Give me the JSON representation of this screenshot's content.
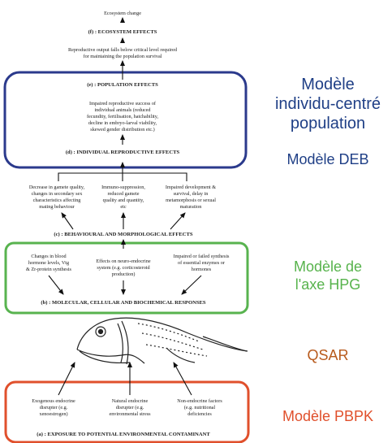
{
  "diagram": {
    "top_text": "Ecosystem change",
    "f_label": "(f) : ECOSYSTEM EFFECTS",
    "repro_text": [
      "Reproductive output falls below critical level required",
      "for maintaining the population survival"
    ],
    "e_label": "(e) : POPULATION EFFECTS",
    "impaired_text": [
      "Impaired reproductive success of",
      "individual animals (reduced",
      "fecundity, fertilisation, hatchability,",
      "decline in embryo-larval viability,",
      "skewed gender distribution etc.)"
    ],
    "d_label": "(d) : INDIVIDUAL REPRODUCTIVE EFFECTS",
    "behav_effects": [
      [
        "Decrease in gamete quality,",
        "changes in secondary sex",
        "characteristics affecting",
        "mating behaviour"
      ],
      [
        "Immuno-suppression,",
        "reduced gamete",
        "quality and quantity,",
        "etc"
      ],
      [
        "Impaired development &",
        "survival, delay in",
        "metamorphosis or sexual",
        "maturation"
      ]
    ],
    "c_label": "(c) : BEHAVIOURAL AND MORPHOLOGICAL EFFECTS",
    "molecular_effects": [
      [
        "Changes in blood",
        "hormone levels, Vtg",
        "& Zr-protein synthesis"
      ],
      [
        "Effects on neuro-endocrine",
        "system (e.g. corticosteroid",
        "production)"
      ],
      [
        "Impaired or failed synthesis",
        "of essential enzymes or",
        "hormones"
      ]
    ],
    "b_label": "(b) : MOLECULAR, CELLULAR AND BIOCHEMICAL RESPONSES",
    "exposure_sources": [
      [
        "Exogenous endocrine",
        "disrupter (e.g.",
        "xenoestrogen)"
      ],
      [
        "Natural endocrine",
        "disrupter (e.g.",
        "environmental stress"
      ],
      [
        "Non-endocrine factors",
        "(e.g. nutritional",
        "deficiencies"
      ]
    ],
    "a_label": "(a) : EXPOSURE TO POTENTIAL ENVIRONMENTAL CONTAMINANT"
  },
  "models": {
    "individu": [
      "Modèle",
      "individu-centré",
      "population"
    ],
    "deb": "Modèle DEB",
    "hpg": [
      "Modèle de",
      "l'axe HPG"
    ],
    "qsar": "QSAR",
    "pbpk": "Modèle PBPK"
  },
  "colors": {
    "blue": "#2b3a8c",
    "green": "#58b34f",
    "red": "#e0502c",
    "blue_text": "#1f3f86",
    "green_text": "#57b34c",
    "qsar_text": "#b85a1c",
    "pbpk_text": "#e0502c"
  }
}
